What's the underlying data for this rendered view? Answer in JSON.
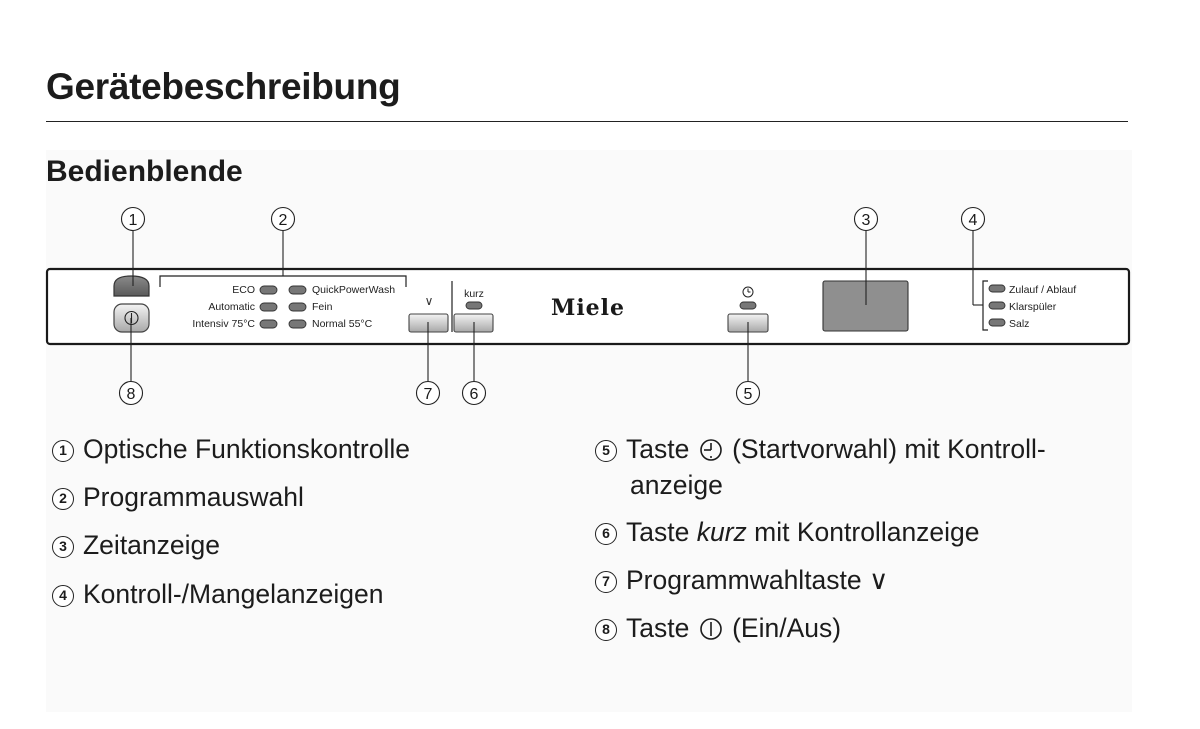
{
  "heading": "Gerätebeschreibung",
  "subheading": "Bedienblende",
  "panel": {
    "brand": "Miele",
    "program_labels_left": [
      "ECO",
      "Automatic",
      "Intensiv 75°C"
    ],
    "program_labels_right": [
      "QuickPowerWash",
      "Fein",
      "Normal 55°C"
    ],
    "down_symbol": "∨",
    "kurz_label": "kurz",
    "indicator_labels": [
      "Zulauf / Ablauf",
      "Klarspüler",
      "Salz"
    ],
    "callouts": [
      "1",
      "2",
      "3",
      "4",
      "5",
      "6",
      "7",
      "8"
    ]
  },
  "legend_left": [
    {
      "num": "1",
      "text": "Optische Funktionskontrolle"
    },
    {
      "num": "2",
      "text": "Programmauswahl"
    },
    {
      "num": "3",
      "text": "Zeitanzeige"
    },
    {
      "num": "4",
      "text": "Kontroll-/Mangelanzeigen"
    }
  ],
  "legend_right": [
    {
      "num": "5",
      "pre": "Taste",
      "icon": "clock-icon",
      "post": "(Startvorwahl) mit Kontroll-",
      "line2": "anzeige"
    },
    {
      "num": "6",
      "pre": "Taste",
      "em": "kurz",
      "post": "mit Kontrollanzeige"
    },
    {
      "num": "7",
      "text": "Programmwahltaste ∨"
    },
    {
      "num": "8",
      "pre": "Taste",
      "icon": "power-icon",
      "post": "(Ein/Aus)"
    }
  ]
}
